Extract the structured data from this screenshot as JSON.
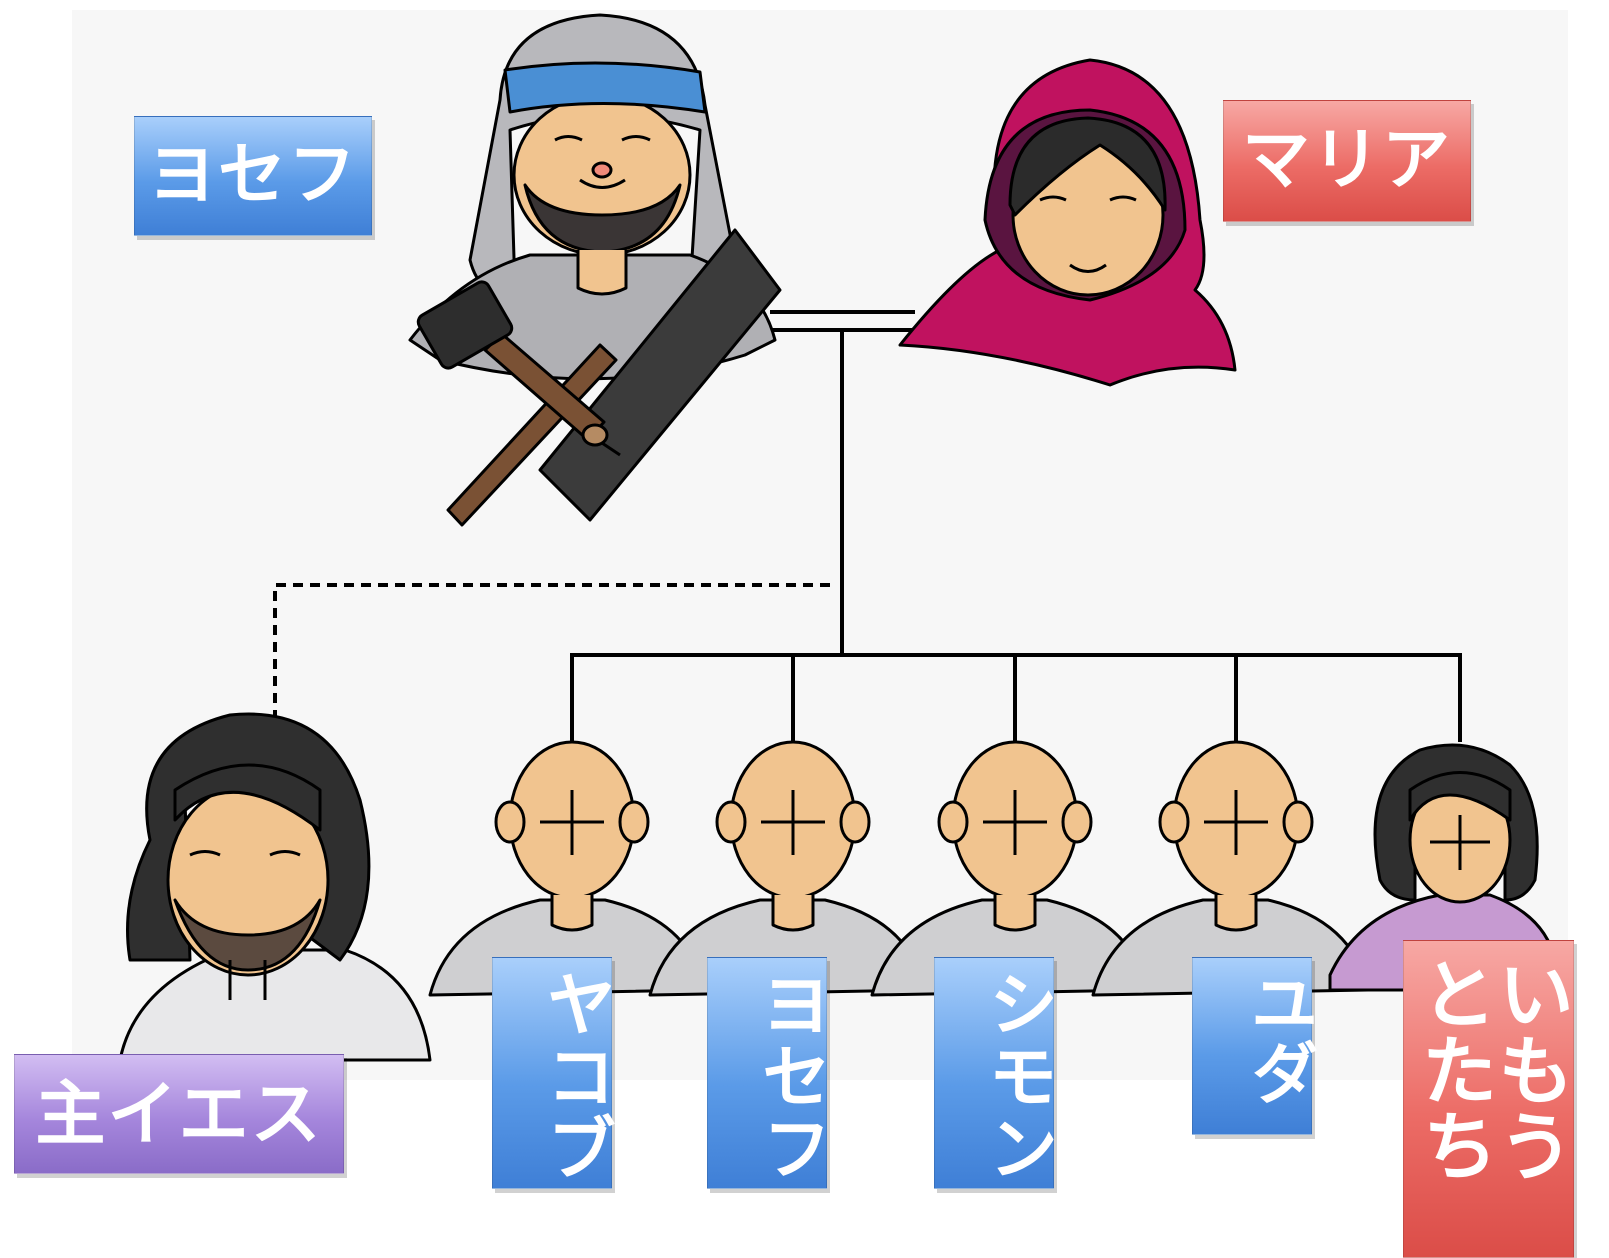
{
  "parents": {
    "father": {
      "label": "ヨセフ"
    },
    "mother": {
      "label": "マリア"
    }
  },
  "jesus": {
    "label": "主イエス"
  },
  "children": [
    {
      "label": "ヤコブ"
    },
    {
      "label": "ヨセフ"
    },
    {
      "label": "シモン"
    },
    {
      "label": "ユダ"
    },
    {
      "label": "いもうとたち"
    }
  ],
  "colors": {
    "male_label": "#5b9be8",
    "female_label": "#ec6c66",
    "jesus_label": "#a586dc",
    "father_headband": "#4a8fd4",
    "mother_hood": "#c0125f",
    "skin": "#f1c48f",
    "child_robe": "#cfcfd1",
    "sister_robe": "#c69ad1"
  }
}
